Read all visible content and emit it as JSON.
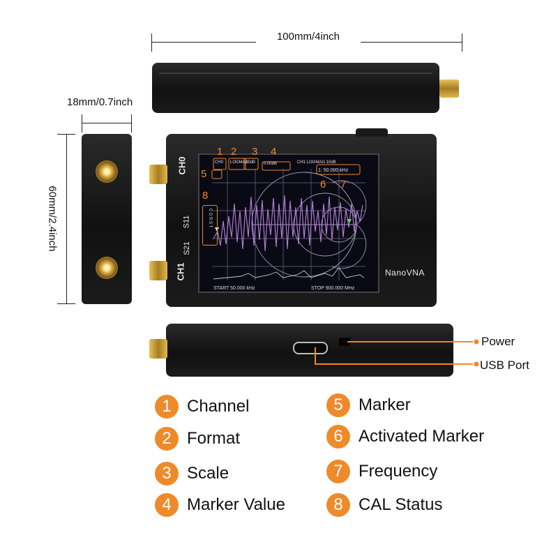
{
  "dimensions": {
    "length": "100mm/4inch",
    "thickness": "18mm/0.7inch",
    "height": "60mm/2.4inch"
  },
  "device": {
    "brand": "NanoVNA",
    "port_ch0": "CH0",
    "port_ch1": "CH1",
    "label_s11": "S11",
    "label_s21": "S21"
  },
  "screen": {
    "start": "START 50.000 kHz",
    "stop": "STOP 900.000 MHz",
    "marker_freq": "1: 50.000 kHz",
    "cal_badge": "C D R S T"
  },
  "screen_callout_numbers": [
    "1",
    "2",
    "3",
    "4",
    "5",
    "6",
    "7",
    "8"
  ],
  "callouts": {
    "power": "Power",
    "usb": "USB Port"
  },
  "legend": [
    {
      "num": "1",
      "label": "Channel"
    },
    {
      "num": "2",
      "label": "Format"
    },
    {
      "num": "3",
      "label": "Scale"
    },
    {
      "num": "4",
      "label": "Marker Value"
    },
    {
      "num": "5",
      "label": "Marker"
    },
    {
      "num": "6",
      "label": "Activated Marker"
    },
    {
      "num": "7",
      "label": "Frequency"
    },
    {
      "num": "8",
      "label": "CAL Status"
    }
  ],
  "colors": {
    "accent": "#ee8a2a",
    "trace_purple": "#b07ad8",
    "trace_grey": "#c8c8c8",
    "screen_bg": "#0a0a14"
  }
}
